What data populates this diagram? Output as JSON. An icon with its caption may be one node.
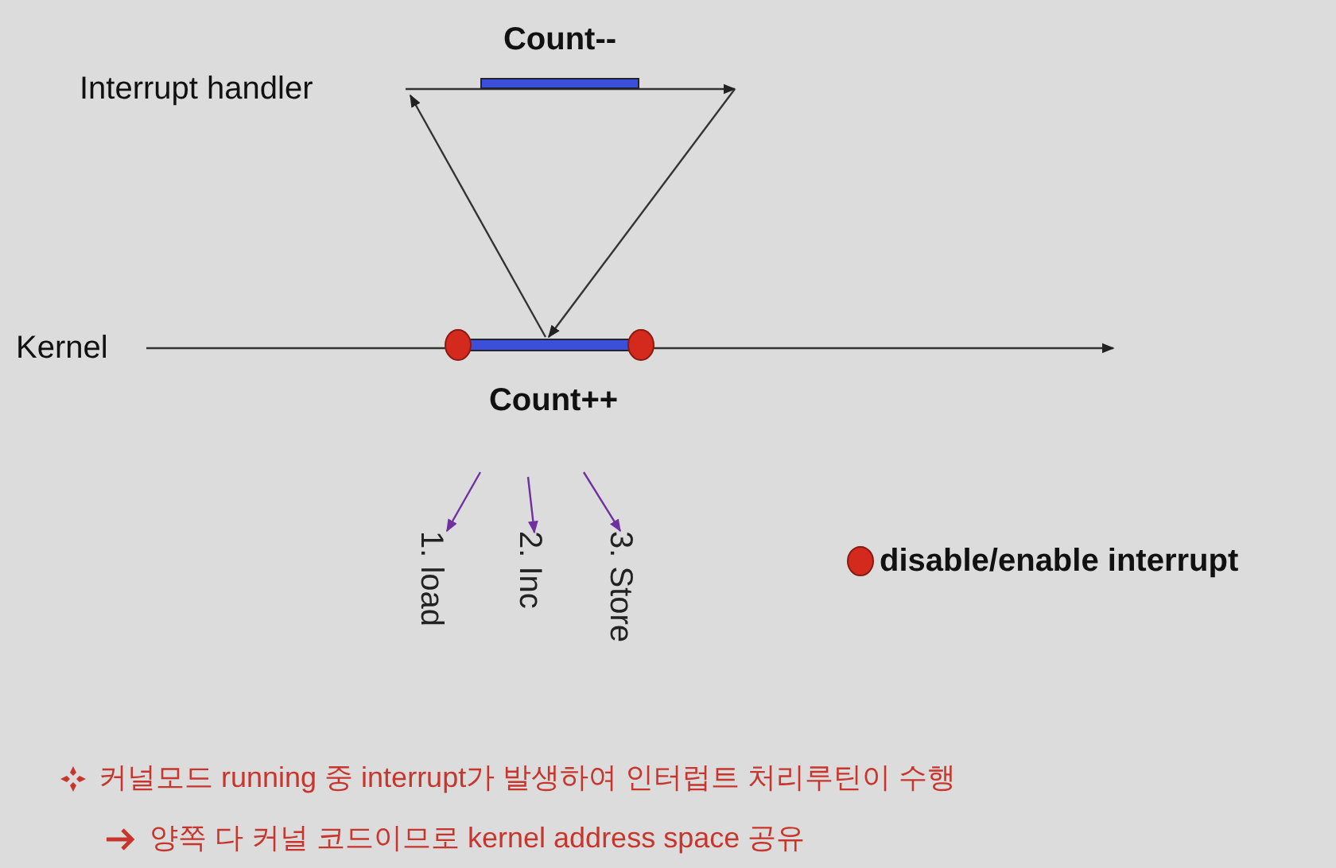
{
  "diagram": {
    "nodes": [
      {
        "text": [
          "Interrupt handler"
        ]
      },
      {
        "text": [
          "Kernel"
        ]
      },
      {
        "text": [
          "Count--"
        ]
      },
      {
        "text": [
          "Count++"
        ]
      },
      {
        "text": [
          "1. load"
        ]
      },
      {
        "text": [
          "2. Inc"
        ]
      },
      {
        "text": [
          "3. Store"
        ]
      }
    ],
    "edges": [
      {
        "from": 0,
        "to": null,
        "arrow": "to"
      },
      {
        "from": 1,
        "to": null,
        "arrow": "to"
      },
      {
        "from": 3,
        "to": null,
        "arrow": "to"
      },
      {
        "from": null,
        "to": 3,
        "arrow": "to"
      },
      {
        "from": null,
        "to": 4,
        "arrow": "to",
        "color": "#7030a0"
      },
      {
        "from": null,
        "to": 5,
        "arrow": "to",
        "color": "#7030a0"
      },
      {
        "from": null,
        "to": 6,
        "arrow": "to",
        "color": "#7030a0"
      }
    ],
    "labels": [
      "커널모드 running 중 interrupt가 발생하여 인터럽트 처리루틴이 수행",
      "양쪽 다 커널 코드이므로 kernel address space 공유"
    ],
    "legend": [
      {
        "text": "disable/enable interrupt",
        "color": "#d42a1e"
      }
    ]
  }
}
